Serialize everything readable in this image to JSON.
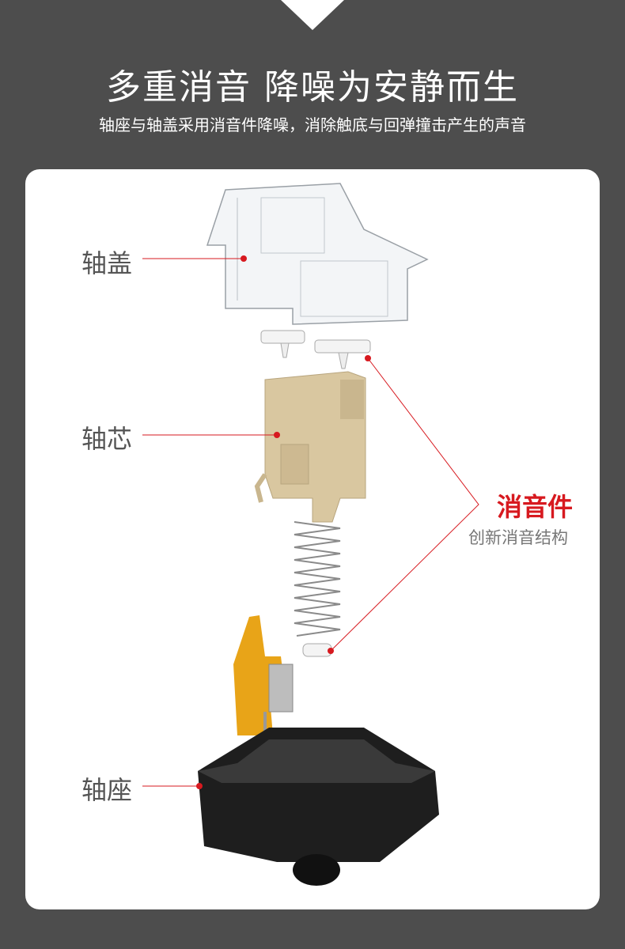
{
  "header": {
    "title": "多重消音 降噪为安静而生",
    "subtitle": "轴座与轴盖采用消音件降噪，消除触底与回弹撞击产生的声音"
  },
  "parts": {
    "cover": "轴盖",
    "stem": "轴芯",
    "base": "轴座"
  },
  "callout": {
    "title": "消音件",
    "subtitle": "创新消音结构"
  },
  "colors": {
    "background": "#4d4d4d",
    "accent": "#d7191f",
    "stem": "#d9c7a0",
    "contact": "#e8a418"
  }
}
